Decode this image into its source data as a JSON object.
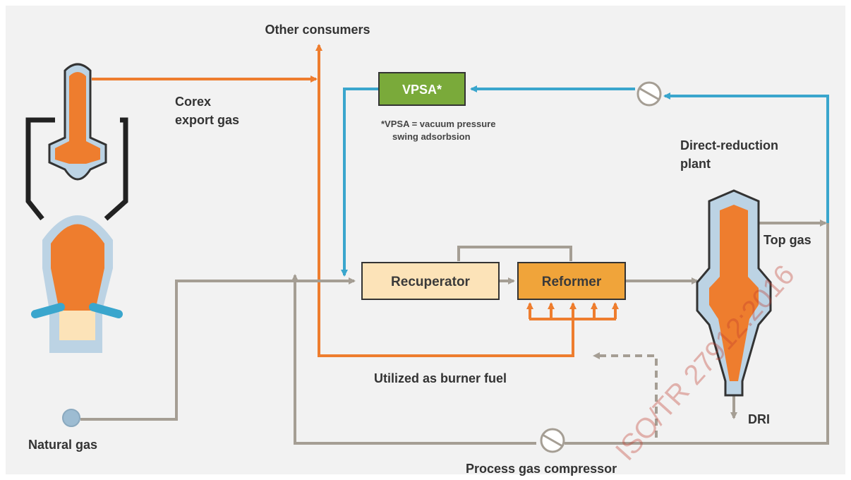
{
  "colors": {
    "background": "#ffffff",
    "panel": "#f2f2f2",
    "orange_gas": "#ee7d2e",
    "blue_recycle": "#3aa6cd",
    "grey_line": "#a59e94",
    "vpsa_green": "#7aaa3a",
    "recuperator_fill": "#fce3b8",
    "reformer_fill": "#f0a43a",
    "vessel_blue": "#bcd3e4",
    "watermark": "#c0392b"
  },
  "labels": {
    "other_consumers": "Other consumers",
    "corex_line1": "Corex",
    "corex_line2": "export gas",
    "vpsa_note_line1": "*VPSA = vacuum pressure",
    "vpsa_note_line2": "swing adsorbsion",
    "dr_plant_line1": "Direct-reduction",
    "dr_plant_line2": "plant",
    "top_gas": "Top gas",
    "burner_fuel": "Utilized as burner fuel",
    "natural_gas": "Natural gas",
    "dri": "DRI",
    "process_gas_compressor": "Process gas compressor"
  },
  "boxes": {
    "vpsa": "VPSA*",
    "recuperator": "Recuperator",
    "reformer": "Reformer"
  },
  "watermark": "ISO/TR 27912:2016"
}
